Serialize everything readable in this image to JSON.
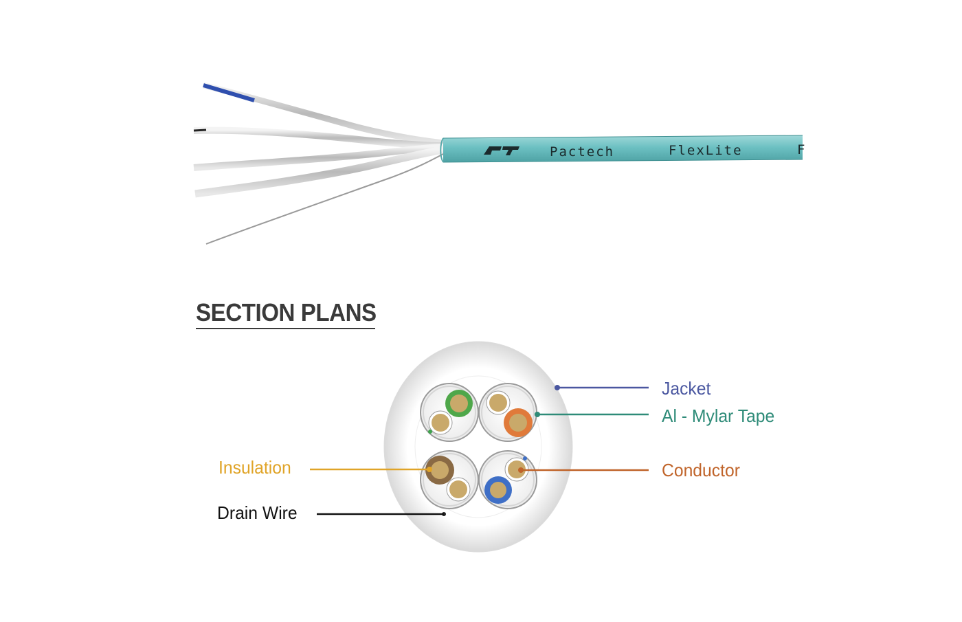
{
  "section_title": "SECTION PLANS",
  "cable_print": {
    "brand": "Pactech",
    "product": "FlexLite",
    "trailing": "F"
  },
  "labels": {
    "jacket": "Jacket",
    "mylar": "Al - Mylar Tape",
    "conductor": "Conductor",
    "insulation": "Insulation",
    "drain": "Drain Wire"
  },
  "colors": {
    "jacket_label": "#4a57a0",
    "mylar_label": "#2e8b78",
    "conductor_label": "#c0642a",
    "insulation_label": "#e0a428",
    "drain_label": "#111111",
    "cable_jacket": "#6fc2c4"
  }
}
